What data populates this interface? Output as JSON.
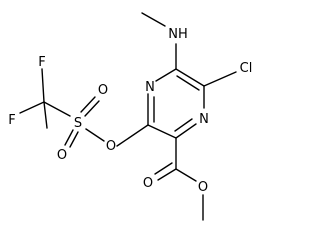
{
  "molecule": {
    "labels": {
      "f_top": "F",
      "f_left": "F",
      "s": "S",
      "o_sulfonyl_top": "O",
      "o_sulfonyl_bottom": "O",
      "o_ester_link": "O",
      "n_ring_upper": "N",
      "n_ring_lower": "N",
      "nh": "NH",
      "cl": "Cl",
      "o_carbonyl": "O",
      "o_methoxy": "O"
    }
  }
}
